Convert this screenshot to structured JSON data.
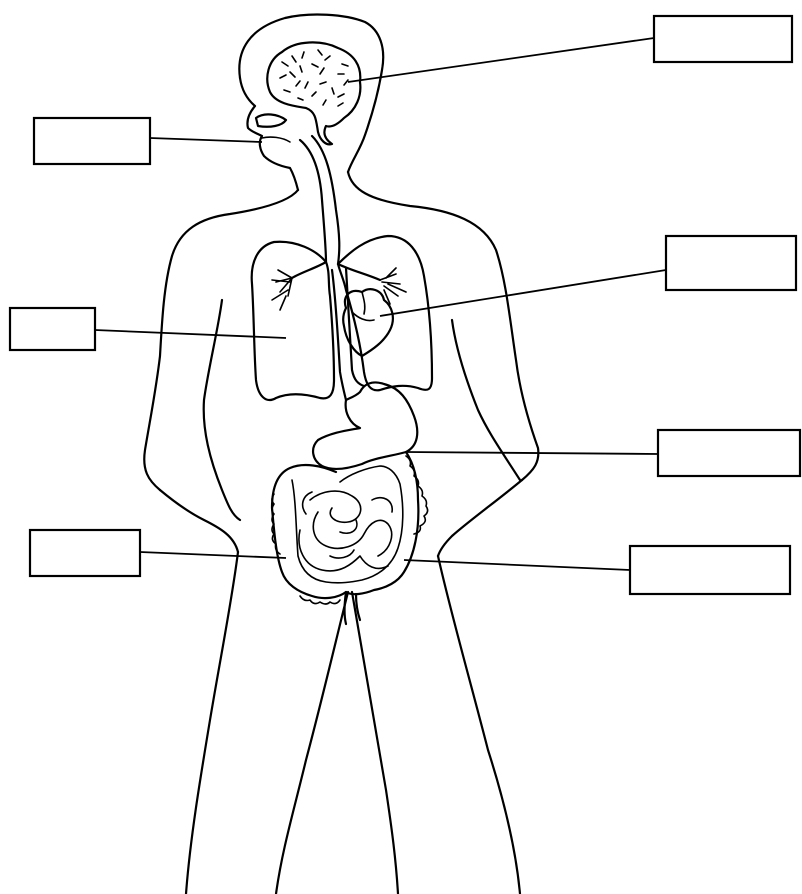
{
  "diagram": {
    "organs": [
      {
        "id": "brain",
        "label": ""
      },
      {
        "id": "mouth",
        "label": ""
      },
      {
        "id": "heart",
        "label": ""
      },
      {
        "id": "lung",
        "label": ""
      },
      {
        "id": "stomach",
        "label": ""
      },
      {
        "id": "small-intestine",
        "label": ""
      },
      {
        "id": "large-intestine",
        "label": ""
      }
    ]
  }
}
